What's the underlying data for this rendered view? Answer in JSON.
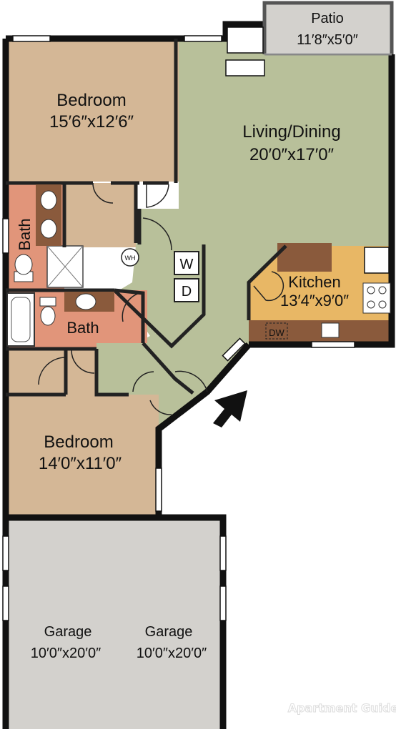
{
  "rooms": {
    "patio": {
      "name": "Patio",
      "size": "11′8″x5′0″"
    },
    "bedroom_top": {
      "name": "Bedroom",
      "size": "15′6″x12′6″"
    },
    "living_dining": {
      "name": "Living/Dining",
      "size": "20′0″x17′0″"
    },
    "bath_master": {
      "name": "Bath"
    },
    "bath_hall": {
      "name": "Bath"
    },
    "kitchen": {
      "name": "Kitchen",
      "size": "13′4″x9′0″"
    },
    "bedroom_bottom": {
      "name": "Bedroom",
      "size": "14′0″x11′0″"
    },
    "garage_left": {
      "name": "Garage",
      "size": "10′0″x20′0″"
    },
    "garage_right": {
      "name": "Garage",
      "size": "10′0″x20′0″"
    }
  },
  "fixtures": {
    "water_heater": "WH",
    "washer": "W",
    "dryer": "D",
    "dishwasher": "DW"
  },
  "watermark": "Apartment Guide",
  "colors": {
    "bedroom": "#d4b796",
    "living": "#b8c09a",
    "kitchen": "#e8b765",
    "bath": "#e1957a",
    "garage": "#d3d1cd",
    "wall": "#111111",
    "counter": "#8a5a3c"
  }
}
